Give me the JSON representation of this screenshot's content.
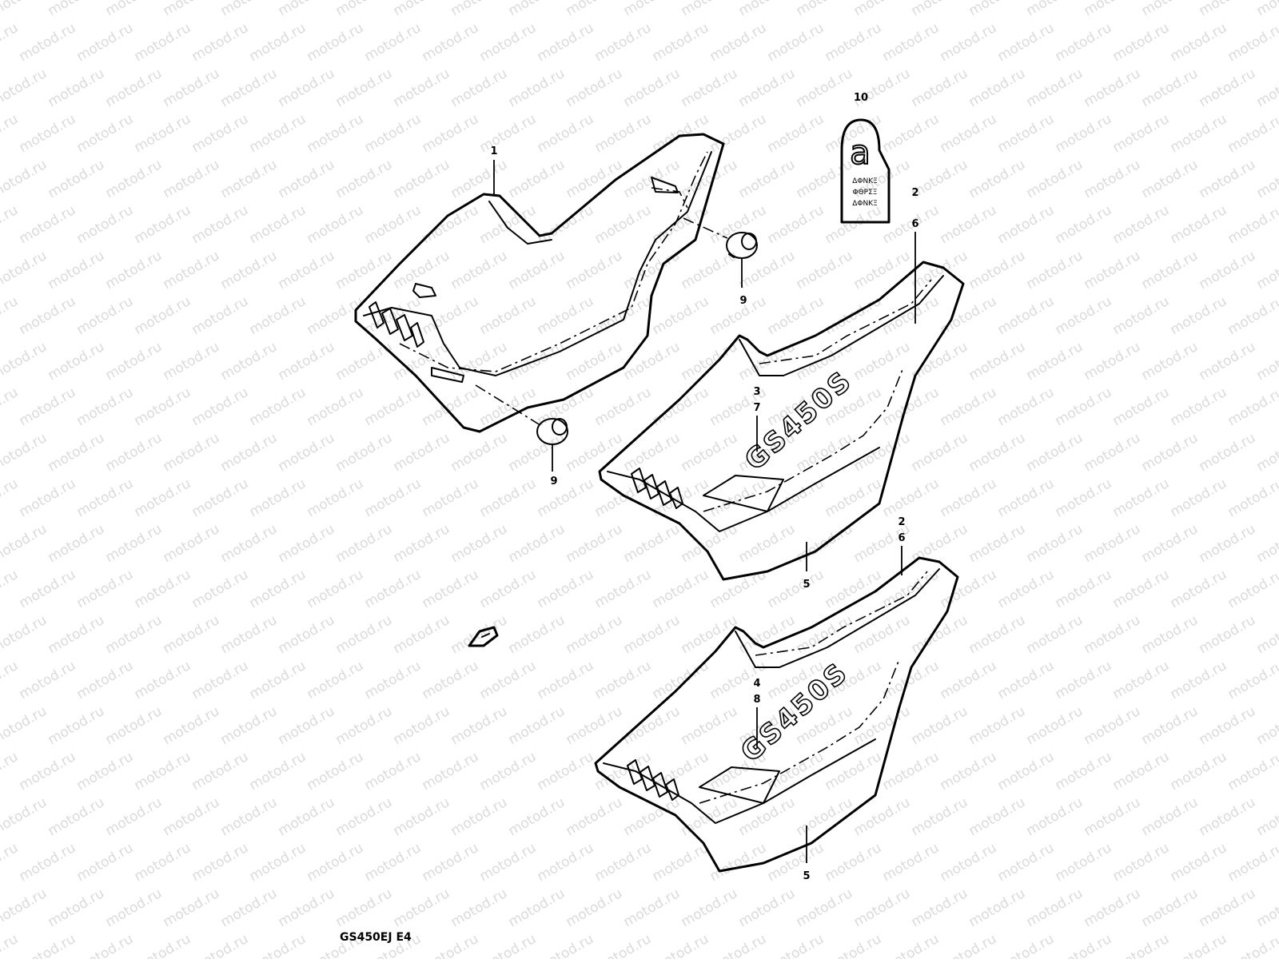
{
  "watermark": {
    "text": "motod.ru",
    "color": "#bdbdbd"
  },
  "diagram_code": "GS450EJ E4",
  "callouts": {
    "c1": "1",
    "c10": "10",
    "c2a": "2",
    "c6a": "6",
    "c9a": "9",
    "c9b": "9",
    "c3": "3",
    "c7": "7",
    "c5a": "5",
    "c2b": "2",
    "c6b": "6",
    "c4": "4",
    "c8": "8",
    "c5b": "5"
  },
  "emblem_text": "GS450S",
  "label_decal": {
    "glyph": "a",
    "lines": [
      "ΔΦΝΚΞ",
      "ΦΘΡΣΞ",
      "ΔΦΝΚΞ"
    ]
  }
}
